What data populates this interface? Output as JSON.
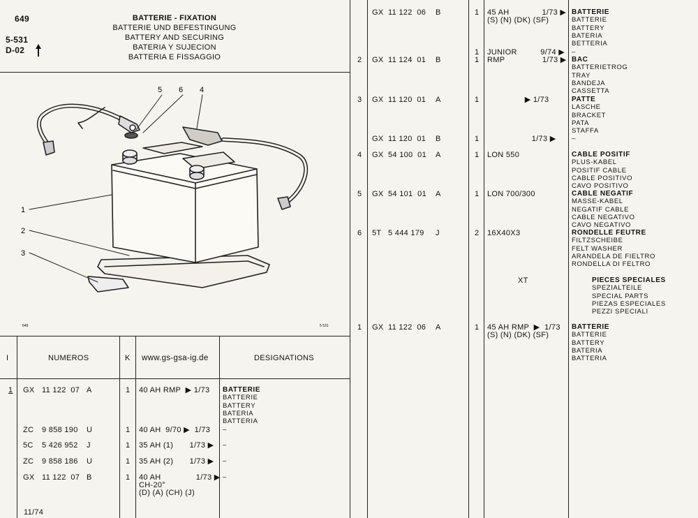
{
  "header": {
    "page_number": "649",
    "section": "5-531",
    "subsection": "D-02",
    "up_arrow": "arrow-up-icon",
    "titles": [
      "BATTERIE - FIXATION",
      "BATTERIE UND BEFESTINGUNG",
      "BATTERY AND SECURING",
      "BATERIA Y SUJECION",
      "BATTERIA E FISSAGGIO"
    ]
  },
  "diagram": {
    "callouts": [
      "1",
      "2",
      "3",
      "5",
      "6",
      "4"
    ],
    "left_ref": "649",
    "right_ref": "5 531"
  },
  "table_header": {
    "col_i": "I",
    "col_numeros": "NUMEROS",
    "col_k": "K",
    "col_site": "www.gs-gsa-ig.de",
    "col_designations": "DESIGNATIONS"
  },
  "left_rows": [
    {
      "index": "1",
      "prefix": "GX",
      "number": "11 122  07",
      "suffix": "A",
      "qty": "1",
      "spec": "40 AH RMP  ▶ 1/73",
      "designations": [
        "BATTERIE",
        "BATTERIE",
        "BATTERY",
        "BATERIA",
        "BATTERIA"
      ]
    },
    {
      "index": "",
      "prefix": "ZC",
      "number": "9 858 190",
      "suffix": "U",
      "qty": "1",
      "spec": "40 AH  9/70 ▶  1/73",
      "designations": [
        "–"
      ]
    },
    {
      "index": "",
      "prefix": "5C",
      "number": "5 426 952",
      "suffix": "J",
      "qty": "1",
      "spec": "35 AH (1)       1/73 ▶",
      "designations": [
        "–"
      ]
    },
    {
      "index": "",
      "prefix": "ZC",
      "number": "9 858 186",
      "suffix": "U",
      "qty": "1",
      "spec": "35 AH (2)       1/73 ▶",
      "designations": [
        "–"
      ]
    },
    {
      "index": "",
      "prefix": "GX",
      "number": "11 122  07",
      "suffix": "B",
      "qty": "1",
      "spec_lines": [
        "40 AH               1/73 ▶",
        "CH-20°",
        "(D) (A) (CH) (J)"
      ],
      "designations": [
        "–"
      ]
    }
  ],
  "footer_date": "11/74",
  "right_rows": [
    {
      "index": "",
      "prefix": "GX",
      "number": "11 122  06",
      "suffix": "B",
      "qty": "1",
      "spec_lines": [
        "45 AH              1/73 ▶",
        "(S) (N) (DK) (SF)"
      ],
      "designations": [
        "BATTERIE",
        "BATTERIE",
        "BATTERY",
        "BATERIA",
        "BETTERIA"
      ]
    },
    {
      "index": "",
      "prefix": "",
      "number": "",
      "suffix": "",
      "qty": "1",
      "spec_lines": [
        "JUNIOR          9/74 ▶"
      ],
      "designations": [
        "–"
      ]
    },
    {
      "index": "2",
      "prefix": "GX",
      "number": "11 124  01",
      "suffix": "B",
      "qty": "1",
      "spec_lines": [
        "RMP                1/73 ▶"
      ],
      "designations": [
        "BAC",
        "BATTERIETROG",
        "TRAY",
        "BANDEJA",
        "CASSETTA"
      ]
    },
    {
      "index": "3",
      "prefix": "GX",
      "number": "11 120  01",
      "suffix": "A",
      "qty": "1",
      "spec_lines": [
        "                ▶ 1/73"
      ],
      "designations": [
        "PATTE",
        "LASCHE",
        "BRACKET",
        "PATA",
        "STAFFA"
      ]
    },
    {
      "index": "",
      "prefix": "GX",
      "number": "11 120  01",
      "suffix": "B",
      "qty": "1",
      "spec_lines": [
        "                   1/73 ▶"
      ],
      "designations": [
        "–"
      ]
    },
    {
      "index": "4",
      "prefix": "GX",
      "number": "54 100  01",
      "suffix": "A",
      "qty": "1",
      "spec_lines": [
        "LON 550"
      ],
      "designations": [
        "CABLE POSITIF",
        "PLUS-KABEL",
        "POSITIF CABLE",
        "CABLE POSITIVO",
        "CAVO POSITIVO"
      ]
    },
    {
      "index": "5",
      "prefix": "GX",
      "number": "54 101  01",
      "suffix": "A",
      "qty": "1",
      "spec_lines": [
        "LON 700/300"
      ],
      "designations": [
        "CABLE NEGATIF",
        "MASSE-KABEL",
        "NEGATIF CABLE",
        "CABLE NEGATIVO",
        "CAVO NEGATIVO"
      ]
    },
    {
      "index": "6",
      "prefix": "5T",
      "number": "5 444 179",
      "suffix": "J",
      "qty": "2",
      "spec_lines": [
        "16X40X3"
      ],
      "designations": [
        "RONDELLE FEUTRE",
        "FILTZSCHEIBE",
        "FELT WASHER",
        "ARANDELA DE FIELTRO",
        "RONDELLA DI FELTRO"
      ]
    },
    {
      "index": "",
      "prefix": "",
      "number": "",
      "suffix": "",
      "qty": "",
      "spec_lines": [
        "XT"
      ],
      "designations": [
        "PIECES SPECIALES",
        "SPEZIALTEILE",
        "SPECIAL PARTS",
        "PIEZAS ESPECIALES",
        "PEZZI SPECIALI"
      ]
    },
    {
      "index": "1",
      "prefix": "GX",
      "number": "11 122  06",
      "suffix": "A",
      "qty": "1",
      "spec_lines": [
        "45 AH RMP  ▶  1/73",
        "(S) (N) (DK) (SF)"
      ],
      "designations": [
        "BATTERIE",
        "BATTERIE",
        "BATTERY",
        "BATERIA",
        "BATTERIA"
      ]
    }
  ]
}
